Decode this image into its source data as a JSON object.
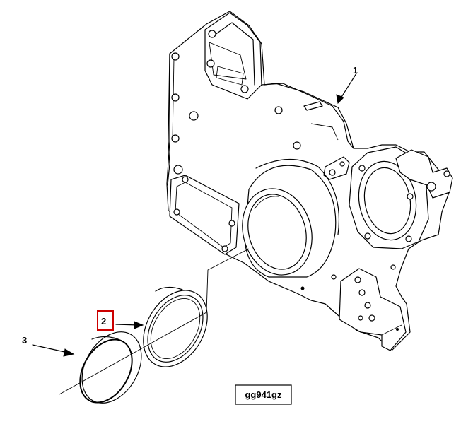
{
  "callouts": [
    {
      "id": "1",
      "label": "1"
    },
    {
      "id": "2",
      "label": "2",
      "highlighted": true
    },
    {
      "id": "3",
      "label": "3"
    }
  ],
  "figure_id": "gg941gz",
  "highlight_color": "#cc0000"
}
